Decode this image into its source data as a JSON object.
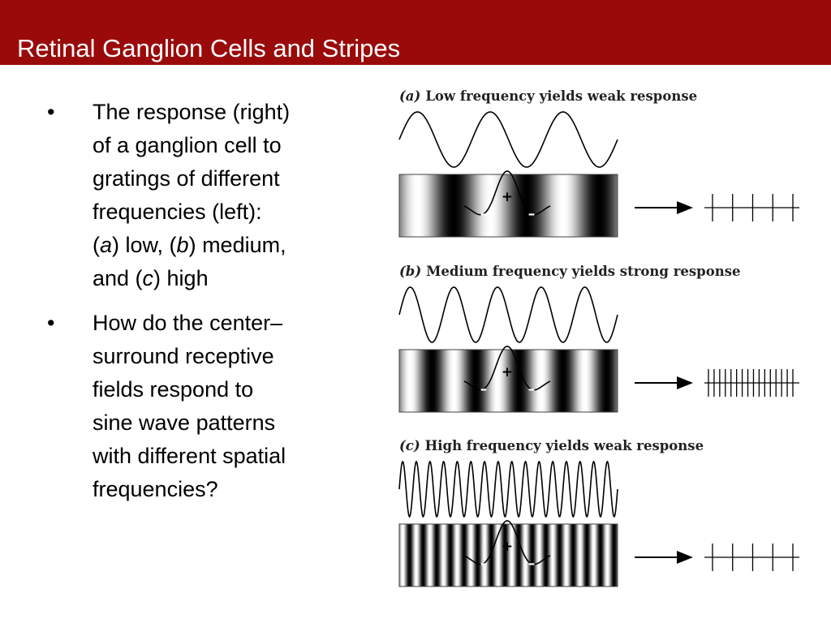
{
  "slide": {
    "title": "Retinal Ganglion Cells and Stripes"
  },
  "bullets": {
    "bullet_symbol": "•",
    "first": {
      "line1": "The response (right)",
      "line2": "of a ganglion cell to",
      "line3": "gratings of different",
      "line4": "frequencies (left):",
      "seg_a_open": "(",
      "seg_a_letter": "a",
      "seg_a_rest": ") low, (",
      "seg_b_letter": "b",
      "seg_b_rest": ") medium,",
      "seg_c_open": "and (",
      "seg_c_letter": "c",
      "seg_c_rest": ") high"
    },
    "second": {
      "line1": "How do the center–",
      "line2": "surround receptive",
      "line3": "fields respond to",
      "line4": "sine wave patterns",
      "line5": "with different spatial",
      "line6": "frequencies?"
    }
  },
  "figure": {
    "panels": [
      {
        "letter": "(a)",
        "caption": "Low frequency yields weak response",
        "cycles": 3,
        "spike_count": 5,
        "center_sign": "+",
        "surround_sign": "–"
      },
      {
        "letter": "(b)",
        "caption": "Medium frequency yields strong response",
        "cycles": 5,
        "spike_count": 16,
        "center_sign": "+",
        "surround_sign": "–"
      },
      {
        "letter": "(c)",
        "caption": "High frequency yields weak response",
        "cycles": 16,
        "spike_count": 5,
        "center_sign": "+",
        "surround_sign": "–"
      }
    ],
    "colors": {
      "title_bar": "#9b0a0a",
      "title_text": "#ffffff",
      "ink": "#000000"
    }
  }
}
